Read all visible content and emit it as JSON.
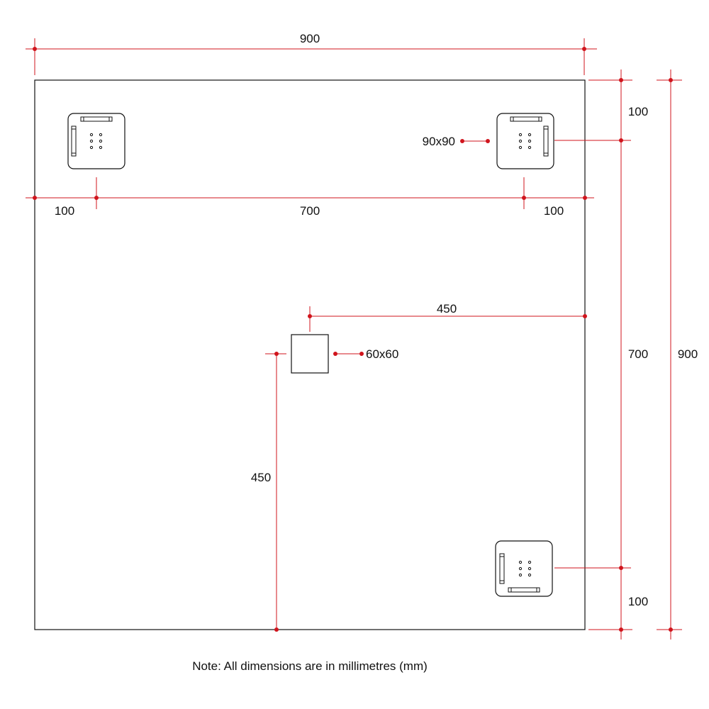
{
  "dimensions": {
    "top_width": "900",
    "left_offset": "100",
    "center_span": "700",
    "right_offset": "100",
    "center_horizontal": "450",
    "center_vertical": "450",
    "right_top_offset": "100",
    "right_center_span": "700",
    "right_bottom_offset": "100",
    "overall_height": "900"
  },
  "labels": {
    "bracket_size": "90x90",
    "center_box_size": "60x60"
  },
  "note": "Note: All dimensions are in millimetres (mm)",
  "colors": {
    "dimension_line": "#d0141c",
    "outline": "#111111"
  }
}
